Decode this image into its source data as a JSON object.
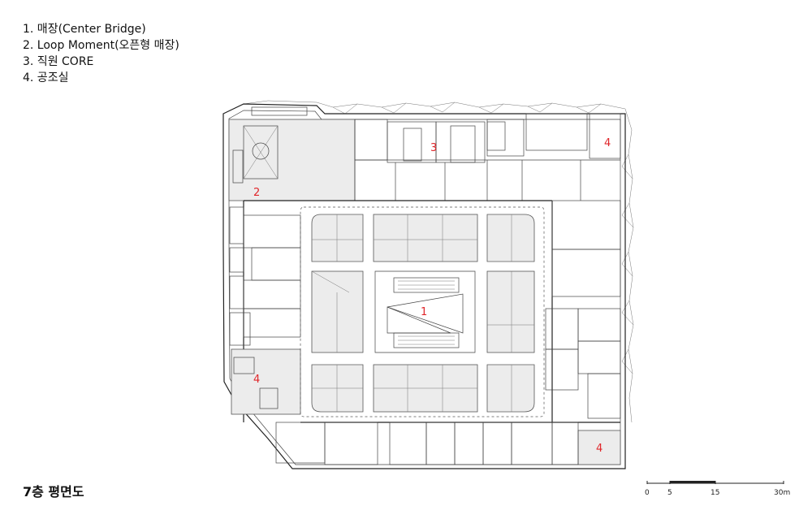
{
  "legend": {
    "items": [
      "1. 매장(Center Bridge)",
      "2. Loop Moment(오픈형 매장)",
      "3. 직원 CORE",
      "4. 공조실"
    ]
  },
  "plan_labels": {
    "one": "1",
    "two": "2",
    "three": "3",
    "four_a": "4",
    "four_b": "4",
    "four_c": "4"
  },
  "title": "7층 평면도",
  "scale": {
    "ticks": [
      "0",
      "5",
      "15",
      "30m"
    ]
  },
  "colors": {
    "label": "#e0262a",
    "zone_fill": "#ececec",
    "line": "#222222"
  }
}
